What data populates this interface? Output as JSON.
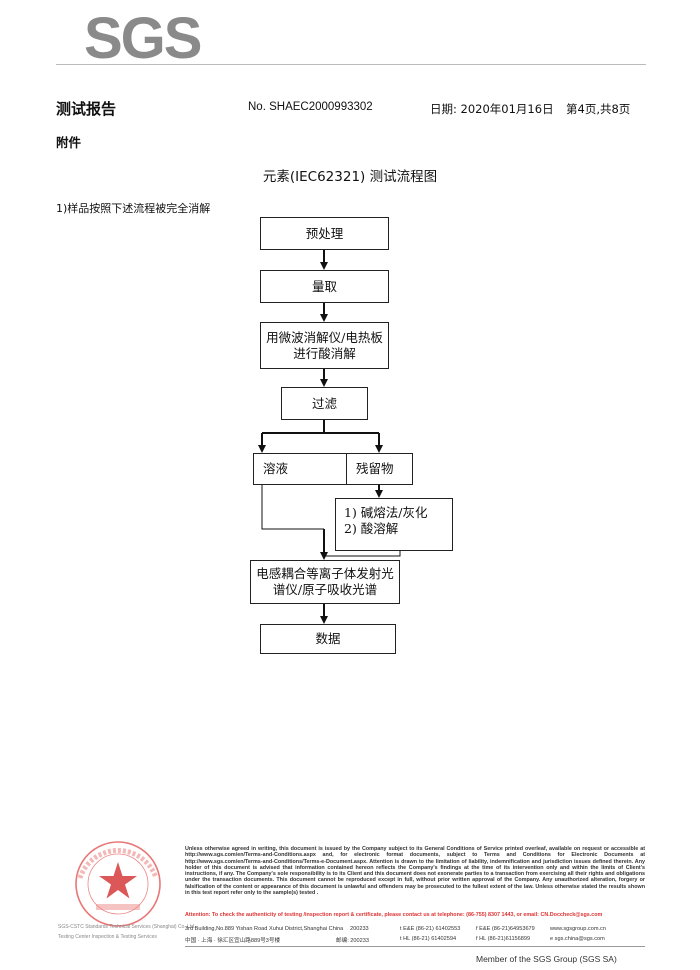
{
  "header": {
    "logo_text": "SGS",
    "report_title": "测试报告",
    "report_no": "No. SHAEC2000993302",
    "date": "日期: 2020年01月16日",
    "page": "第4页,共8页",
    "annex": "附件"
  },
  "main": {
    "flow_title": "元素(IEC62321) 测试流程图",
    "step_note": "1)样品按照下述流程被完全消解"
  },
  "flowchart": {
    "pretreat": "预处理",
    "weigh": "量取",
    "digest_line1": "用微波消解仪/电热板",
    "digest_line2": "进行酸消解",
    "filter": "过滤",
    "solution": "溶液",
    "residue": "残留物",
    "residue_method1": "1) 碱熔法/灰化",
    "residue_method2": "2) 酸溶解",
    "analysis_line1": "电感耦合等离子体发射光",
    "analysis_line2": "谱仪/原子吸收光谱",
    "data": "数据"
  },
  "footer": {
    "disclaimer": "Unless otherwise agreed in writing, this document is issued by the Company subject to its General Conditions of Service printed overleaf, available on request or accessible at http://www.sgs.com/en/Terms-and-Conditions.aspx and, for electronic format documents, subject to Terms and Conditions for Electronic Documents at http://www.sgs.com/en/Terms-and-Conditions/Terms-e-Document.aspx. Attention is drawn to the limitation of liability, indemnification and jurisdiction issues defined therein. Any holder of this document is advised that information contained hereon reflects the Company's findings at the time of its intervention only and within the limits of Client's instructions, if any. The Company's sole responsibility is to its Client and this document does not exonerate parties to a transaction from exercising all their rights and obligations under the transaction documents. This document cannot be reproduced except in full, without prior written approval of the Company. Any unauthorized alteration, forgery or falsification of the content or appearance of this document is unlawful and offenders may be prosecuted to the fullest extent of the law. Unless otherwise stated the results shown in this test report refer only to the sample(s) tested .",
    "attention": "Attention: To check the authenticity of testing /inspection report & certificate, please contact us at telephone: (86-755) 8307 1443, or email: CN.Doccheck@sgs.com",
    "addr_en": "3rd Building,No.889 Yishan Road Xuhui District,Shanghai China",
    "post_en": "200233",
    "tel_en": "t E&E (86-21) 61402553",
    "fax_en": "f E&E (86-21)64953679",
    "web": "www.sgsgroup.com.cn",
    "addr_cn": "中国 · 上海 · 徐汇区宜山路889号3号楼",
    "post_cn": "邮编: 200233",
    "tel_cn": "t HL (86-21) 61402594",
    "fax_cn": "f HL (86-21)61156899",
    "email": "e sgs.china@sgs.com",
    "member": "Member of the SGS Group (SGS SA)",
    "seal_caption1": "SGS-CSTC Standards Technical Services (Shanghai) Co.,Ltd.",
    "seal_caption2": "Testing Center Inspection & Testing Services"
  }
}
